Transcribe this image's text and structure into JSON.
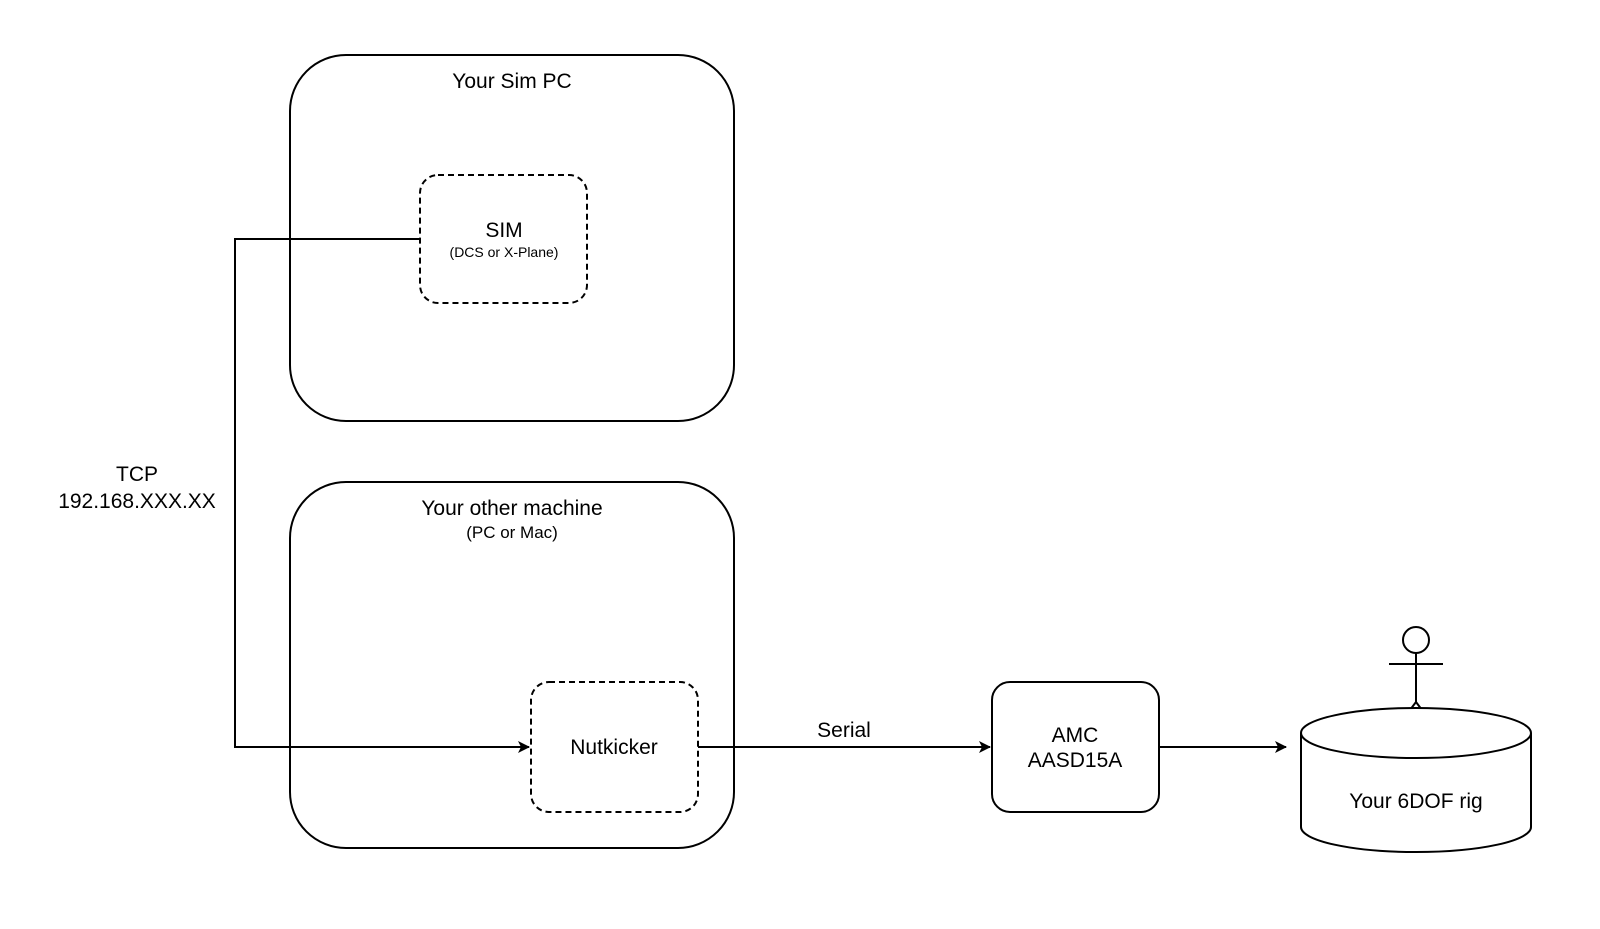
{
  "sim_pc": {
    "title": "Your Sim PC"
  },
  "sim": {
    "title": "SIM",
    "subtitle": "(DCS or X-Plane)"
  },
  "other_machine": {
    "title": "Your other machine",
    "subtitle": "(PC or Mac)"
  },
  "nutkicker": {
    "title": "Nutkicker"
  },
  "tcp": {
    "label": "TCP",
    "address": "192.168.XXX.XX"
  },
  "serial": {
    "label": "Serial"
  },
  "amc": {
    "line1": "AMC",
    "line2": "AASD15A"
  },
  "rig": {
    "label": "Your 6DOF rig"
  },
  "colors": {
    "stroke": "#000000",
    "background": "#ffffff"
  }
}
